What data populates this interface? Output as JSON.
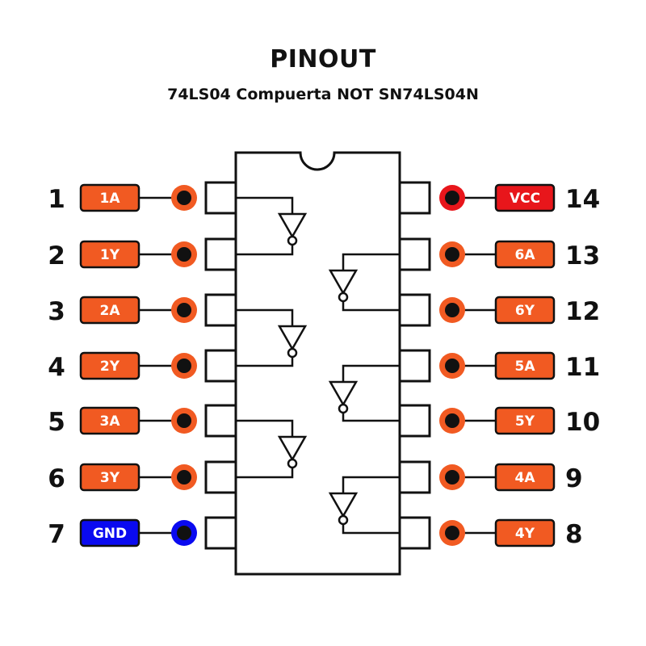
{
  "header": {
    "title": "PINOUT",
    "subtitle": "74LS04 Compuerta NOT SN74LS04N"
  },
  "colors": {
    "signal": "#f15a22",
    "vcc": "#e8161b",
    "gnd": "#0a0af0",
    "outline": "#111111",
    "label_text": "#ffffff"
  },
  "chip": {
    "part": "74LS04",
    "type": "hex inverter (NOT gate)",
    "left_pins": [
      {
        "number": "1",
        "label": "1A",
        "kind": "signal"
      },
      {
        "number": "2",
        "label": "1Y",
        "kind": "signal"
      },
      {
        "number": "3",
        "label": "2A",
        "kind": "signal"
      },
      {
        "number": "4",
        "label": "2Y",
        "kind": "signal"
      },
      {
        "number": "5",
        "label": "3A",
        "kind": "signal"
      },
      {
        "number": "6",
        "label": "3Y",
        "kind": "signal"
      },
      {
        "number": "7",
        "label": "GND",
        "kind": "gnd"
      }
    ],
    "right_pins": [
      {
        "number": "14",
        "label": "VCC",
        "kind": "vcc"
      },
      {
        "number": "13",
        "label": "6A",
        "kind": "signal"
      },
      {
        "number": "12",
        "label": "6Y",
        "kind": "signal"
      },
      {
        "number": "11",
        "label": "5A",
        "kind": "signal"
      },
      {
        "number": "10",
        "label": "5Y",
        "kind": "signal"
      },
      {
        "number": "9",
        "label": "4A",
        "kind": "signal"
      },
      {
        "number": "8",
        "label": "4Y",
        "kind": "signal"
      }
    ],
    "gates": [
      {
        "name": "gate-1",
        "side": "left",
        "input_row": 0,
        "output_row": 1
      },
      {
        "name": "gate-2",
        "side": "left",
        "input_row": 2,
        "output_row": 3
      },
      {
        "name": "gate-3",
        "side": "left",
        "input_row": 4,
        "output_row": 5
      },
      {
        "name": "gate-6",
        "side": "right",
        "input_row": 1,
        "output_row": 2
      },
      {
        "name": "gate-5",
        "side": "right",
        "input_row": 3,
        "output_row": 4
      },
      {
        "name": "gate-4",
        "side": "right",
        "input_row": 5,
        "output_row": 6
      }
    ]
  }
}
